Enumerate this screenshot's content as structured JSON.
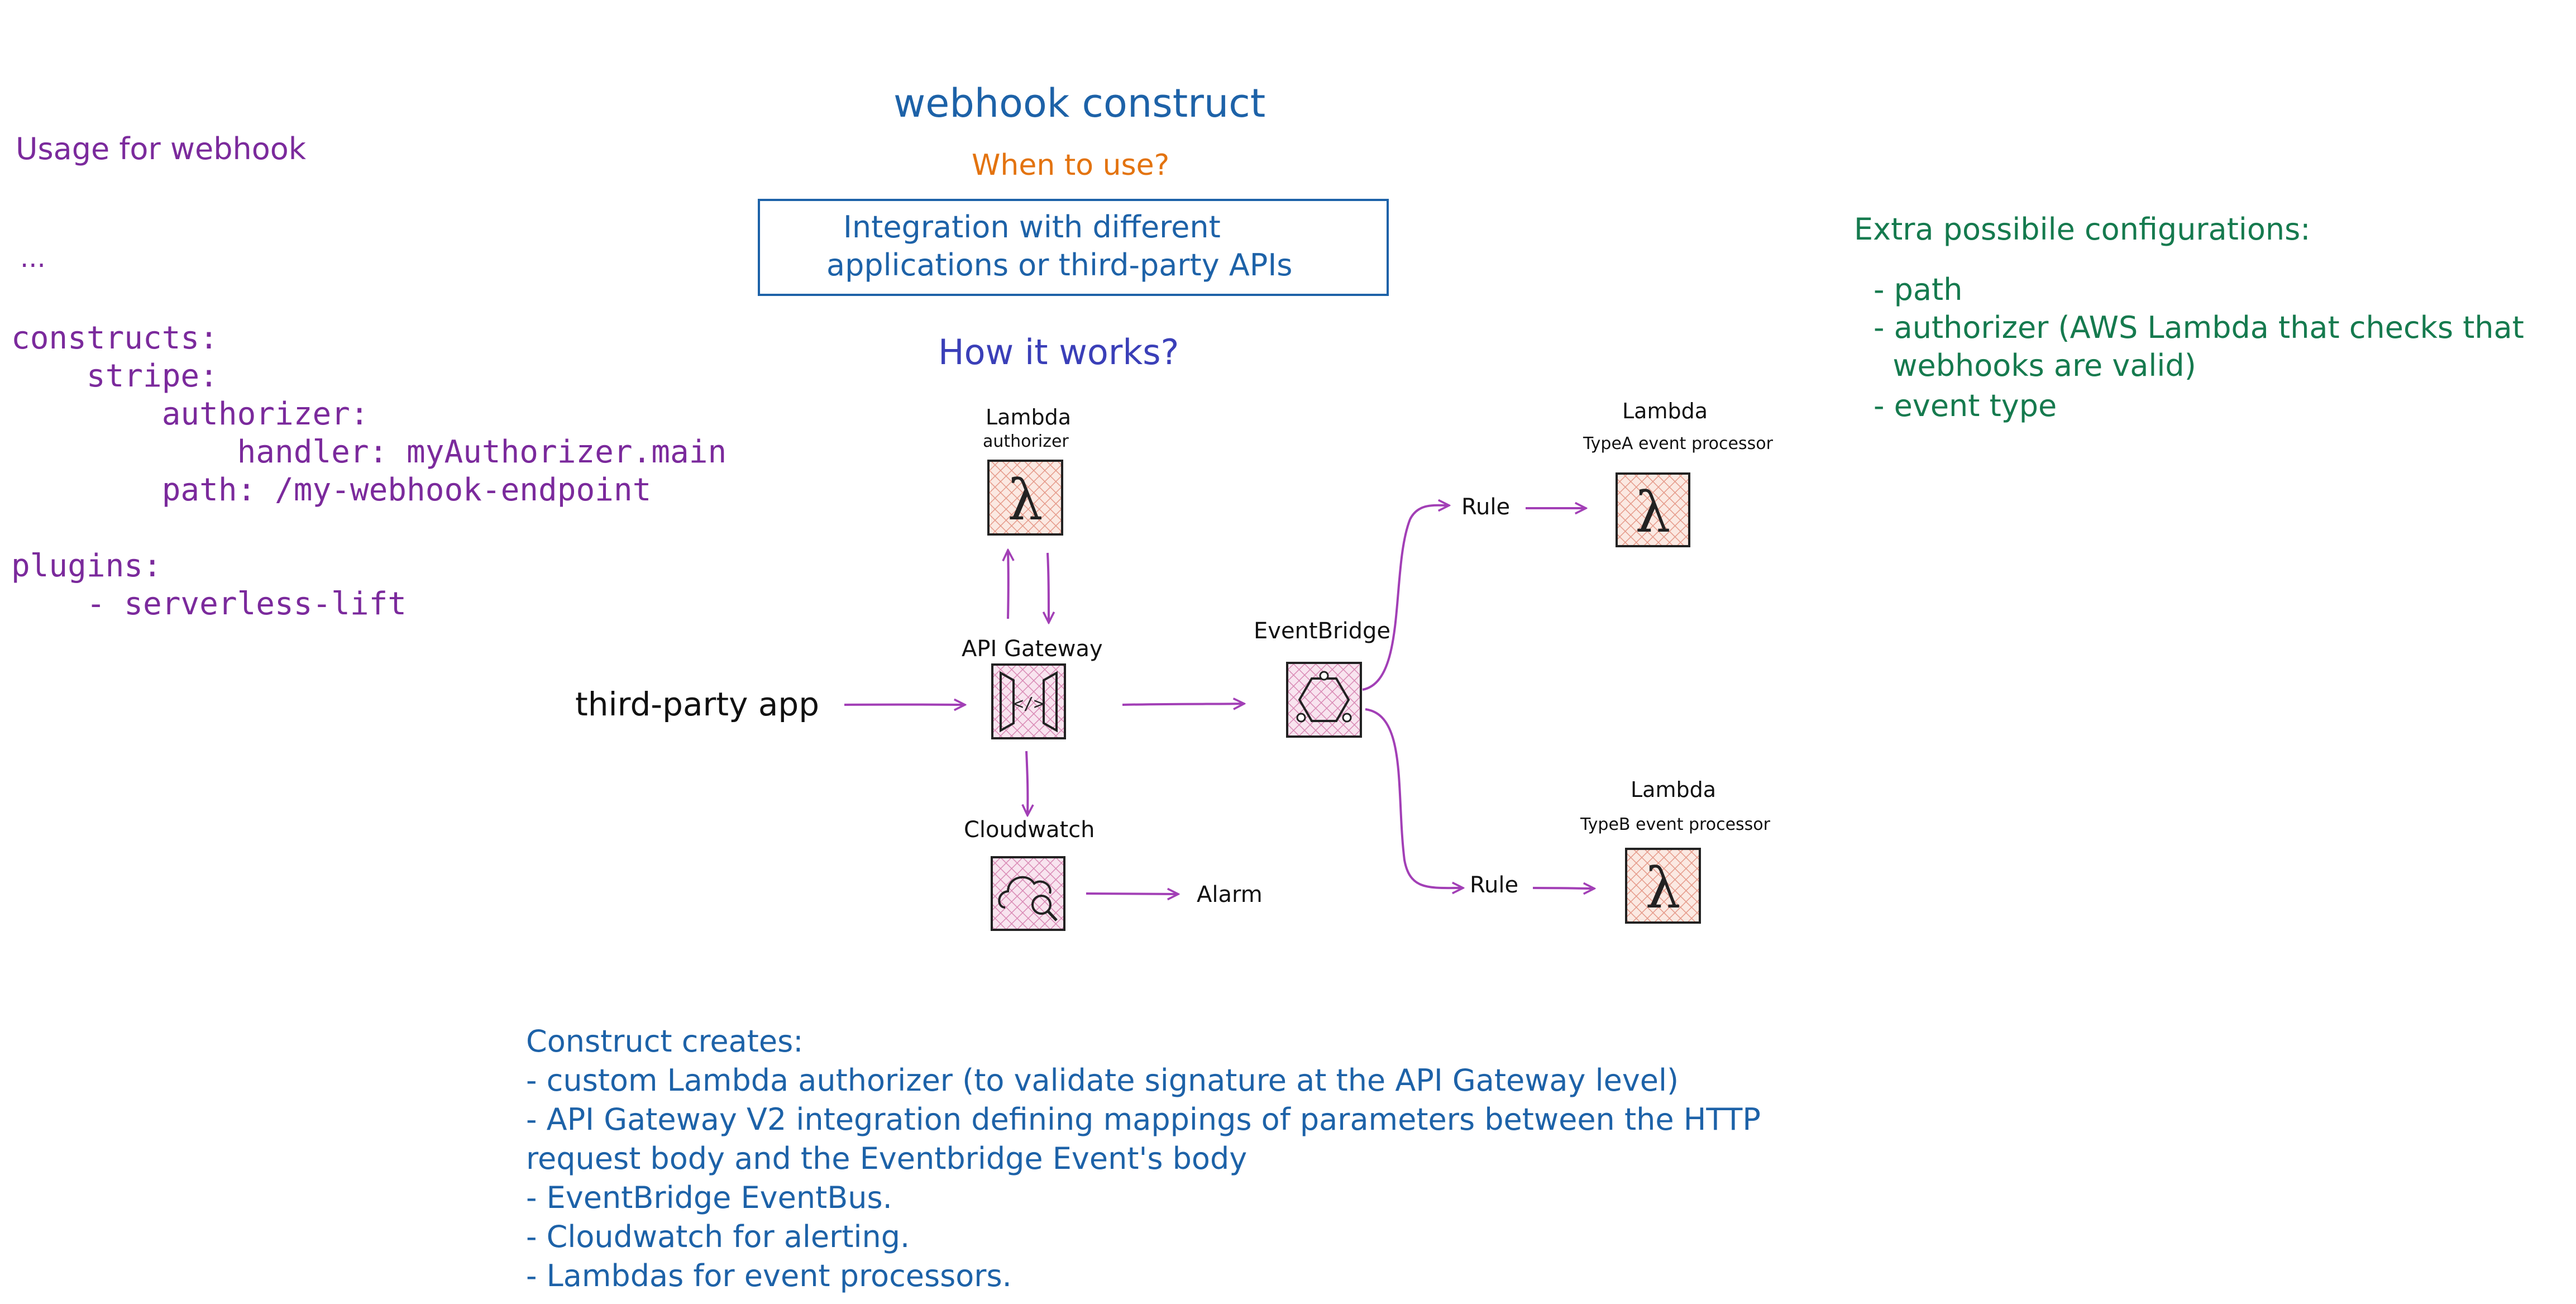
{
  "usage": {
    "title": "Usage for webhook",
    "ellipsis": "...",
    "code_lines": [
      "constructs:",
      "    stripe:",
      "        authorizer:",
      "            handler: myAuthorizer.main",
      "        path: /my-webhook-endpoint",
      "",
      "plugins:",
      "    - serverless-lift"
    ]
  },
  "header": {
    "title": "webhook construct",
    "when_label": "When to use?",
    "when_box_line1": "Integration with different",
    "when_box_line2": "applications or third-party APIs",
    "how_label": "How it works?"
  },
  "extra": {
    "title": "Extra possibile configurations:",
    "items": [
      "- path",
      "- authorizer (AWS Lambda that checks that",
      "  webhooks are valid)",
      "- event type"
    ]
  },
  "diagram": {
    "third_party": "third-party app",
    "lambda_auth_title": "Lambda",
    "lambda_auth_sub": "authorizer",
    "api_gateway": "API Gateway",
    "cloudwatch": "Cloudwatch",
    "alarm": "Alarm",
    "eventbridge": "EventBridge",
    "rule_a": "Rule",
    "rule_b": "Rule",
    "lambda_a_title": "Lambda",
    "lambda_a_sub": "TypeA event processor",
    "lambda_b_title": "Lambda",
    "lambda_b_sub": "TypeB event processor"
  },
  "creates": {
    "title": "Construct creates:",
    "lines": [
      "- custom Lambda authorizer (to validate signature at the API Gateway level)",
      "- API Gateway V2 integration defining mappings of parameters between the HTTP",
      "request body and the Eventbridge Event's body",
      "- EventBridge EventBus.",
      "- Cloudwatch for alerting.",
      "- Lambdas for event processors."
    ]
  },
  "colors": {
    "purple": "#7b2a9c",
    "blue": "#1d62a8",
    "orange": "#e3730f",
    "green": "#157a4e",
    "arrow": "#a23fb6"
  }
}
